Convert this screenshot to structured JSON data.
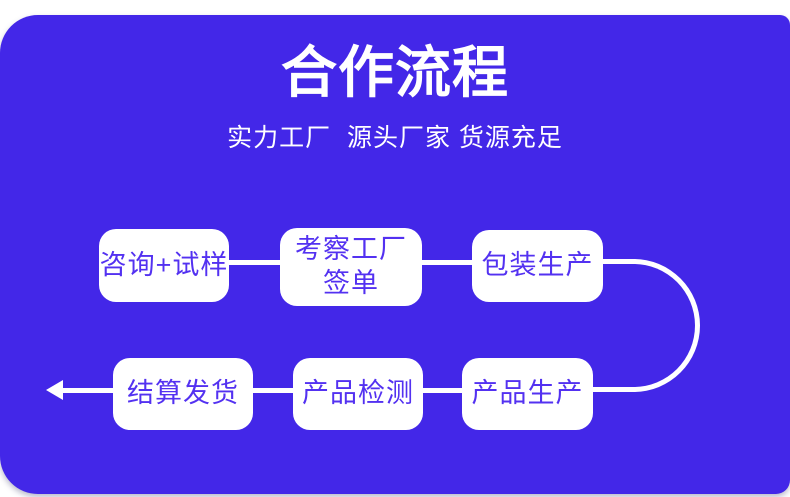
{
  "banner": {
    "title": "合作流程",
    "subtitle": "实力工厂  源头厂家 货源充足",
    "background_color": "#4327e8",
    "title_color": "#ffffff",
    "subtitle_color": "#ffffff"
  },
  "flow": {
    "box_background_color": "#ffffff",
    "box_text_color": "#5331f1",
    "connector_color": "#ffffff",
    "direction_note": "row1 left-to-right, curves down on right side, row2 right-to-left, exits with left arrow",
    "steps": [
      {
        "label": "咨询+试样"
      },
      {
        "label": "考察工厂签单",
        "line1": "考察工厂",
        "line2": "签单"
      },
      {
        "label": "包装生产"
      },
      {
        "label": "产品生产"
      },
      {
        "label": "产品检测"
      },
      {
        "label": "结算发货"
      }
    ]
  }
}
